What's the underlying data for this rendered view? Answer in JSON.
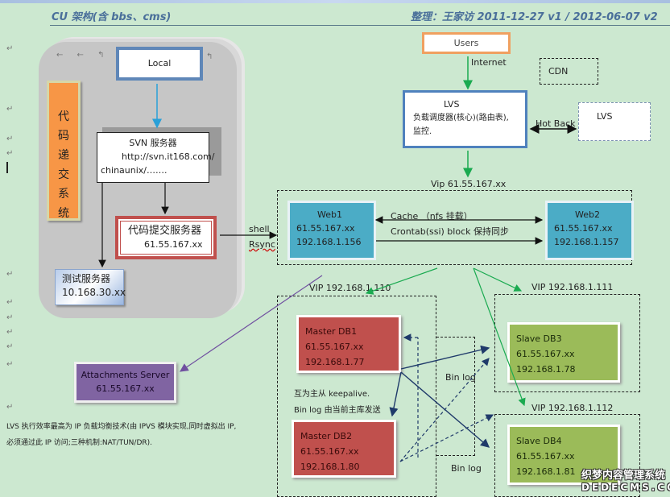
{
  "header": {
    "title": "CU 架构(含 bbs、cms)",
    "meta": "整理：王家访 2011-12-27   v1 /   2012-06-07 v2"
  },
  "left_panel": {
    "local": "Local",
    "vertical_label": "代码递交系统",
    "svn": {
      "title": "SVN 服务器",
      "url_line1": "http://svn.it168.com/",
      "url_line2": "chinaunix/……."
    },
    "commit_server": {
      "title": "代码提交服务器",
      "ip": "61.55.167.xx"
    },
    "test_server": {
      "title": "测试服务器",
      "ip": "10.168.30.xx"
    }
  },
  "top": {
    "users": "Users",
    "internet": "Internet",
    "cdn": "CDN",
    "lvs": {
      "title": "LVS",
      "line1": "负载调度器(核心)(路由表),",
      "line2": "监控."
    },
    "hot_back": "Hot Back",
    "lvs_backup": "LVS",
    "vip": "Vip   61.55.167.xx"
  },
  "web": {
    "shell": "shell",
    "rsync": "Rsync",
    "cache_label": "Cache （nfs 挂载）",
    "crontab_label": "Crontab(ssi) block  保持同步",
    "web1": {
      "name": "Web1",
      "ip1": "61.55.167.xx",
      "ip2": "192.168.1.156"
    },
    "web2": {
      "name": "Web2",
      "ip1": "61.55.167.xx",
      "ip2": "192.168.1.157"
    }
  },
  "db": {
    "vip_master": "VIP 192.168.1.110",
    "vip_slave3": "VIP 192.168.1.111",
    "vip_slave4": "VIP 192.168.1.112",
    "master1": {
      "name": "Master DB1",
      "ip1": "61.55.167.xx",
      "ip2": "192.168.1.77"
    },
    "master2": {
      "name": "Master DB2",
      "ip1": "61.55.167.xx",
      "ip2": "192.168.1.80"
    },
    "slave3": {
      "name": "Slave DB3",
      "ip1": "61.55.167.xx",
      "ip2": "192.168.1.78"
    },
    "slave4": {
      "name": "Slave DB4",
      "ip1": "61.55.167.xx",
      "ip2": "192.168.1.81"
    },
    "mutual_line1": "互为主从  keepalive.",
    "mutual_line2": "Bin log  由当前主库发送",
    "binlog_upper": "Bin log",
    "binlog_lower": "Bin log"
  },
  "attachments": {
    "name": "Attachments Server",
    "ip": "61.55.167.xx"
  },
  "note": {
    "line1": "LVS 执行效率最高为 IP 负载均衡技术(由 IPVS 模块实现,同时虚拟出 IP,",
    "line2": "必须通过此 IP 访问;三种机制:NAT/TUN/DR)."
  },
  "watermark": {
    "line1": "织梦内容管理系统",
    "line2": "DEDECMS.COM"
  },
  "colors": {
    "background": "#cce8d0",
    "lvs_border": "#4f81bd",
    "web": "#4bacc6",
    "master_db": "#c0504d",
    "slave_db": "#9bbb59",
    "attachments": "#8064a2",
    "code_system": "#f79646",
    "users_border": "#f0a060"
  }
}
